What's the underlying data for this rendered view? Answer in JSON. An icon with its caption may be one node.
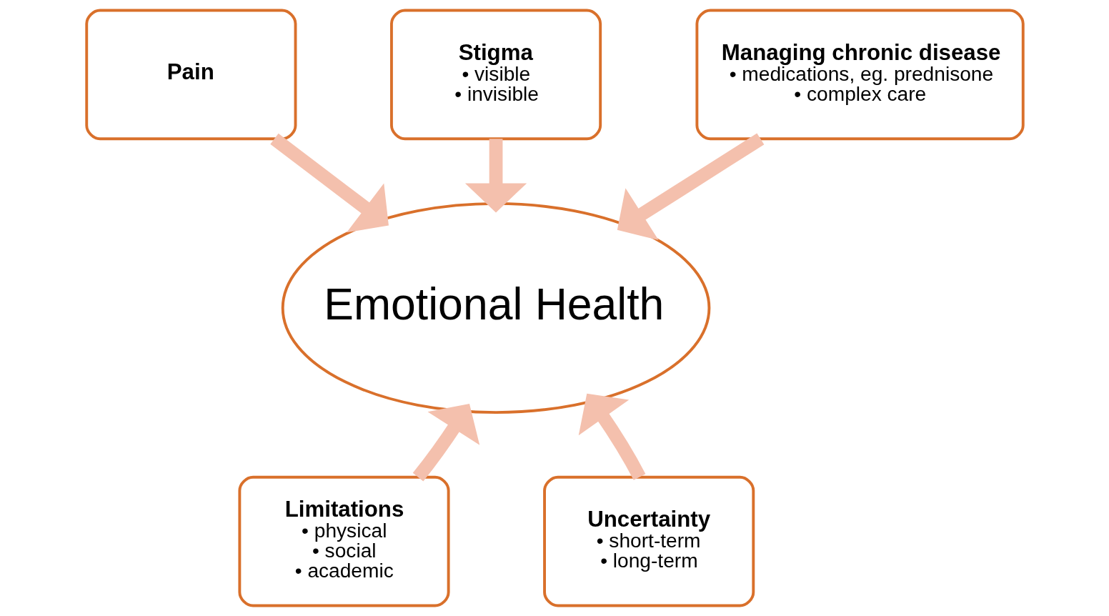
{
  "diagram": {
    "nodes": [
      {
        "text": [
          "Stigma",
          "• visible",
          "• invisible"
        ]
      },
      {
        "text": [
          "Pain"
        ]
      },
      {
        "text": [
          "Managing chronic disease",
          "• medications, eg. prednisone",
          "• complex care"
        ]
      },
      {
        "text": [
          "Emotional Health"
        ]
      },
      {
        "text": [
          "Limitations",
          "• physical",
          "• social",
          "• academic"
        ]
      },
      {
        "text": [
          "Uncertainty",
          "• short-term",
          "• long-term"
        ]
      }
    ],
    "edges": [
      {
        "from": 0,
        "to": 3,
        "arrow": "to"
      },
      {
        "from": 1,
        "to": 3,
        "arrow": "to"
      },
      {
        "from": 2,
        "to": 3,
        "arrow": "to"
      },
      {
        "from": 4,
        "to": 3,
        "arrow": "to"
      },
      {
        "from": 5,
        "to": 3,
        "arrow": "to"
      }
    ]
  }
}
